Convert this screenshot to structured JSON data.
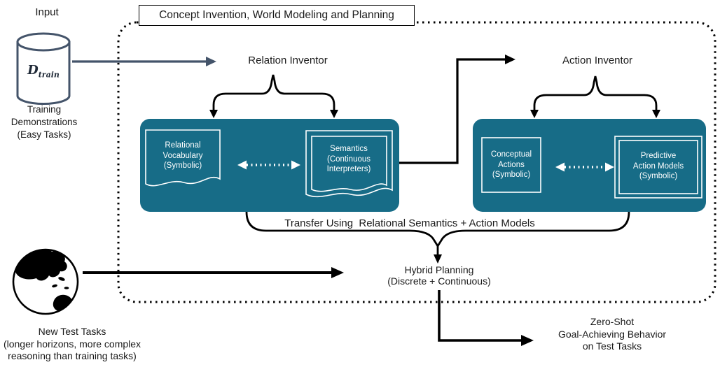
{
  "diagram": {
    "title": "Concept Invention, World Modeling and Planning",
    "input": {
      "label": "Input",
      "dataset_letter": "D",
      "dataset_subscript": "train",
      "caption": [
        "Training",
        "Demonstrations",
        "(Easy Tasks)"
      ]
    },
    "relation_inventor": {
      "label": "Relation Inventor",
      "left_component": [
        "Relational",
        "Vocabulary",
        "(Symbolic)"
      ],
      "right_component": [
        "Semantics",
        "(Continuous",
        "Interpreters)"
      ]
    },
    "action_inventor": {
      "label": "Action Inventor",
      "left_component": [
        "Conceptual",
        "Actions",
        "(Symbolic)"
      ],
      "right_component": [
        "Predictive",
        "Action Models",
        "(Symbolic)"
      ]
    },
    "transfer_label": "Transfer Using  Relational Semantics + Action Models",
    "hybrid_planning": [
      "Hybrid Planning",
      "(Discrete + Continuous)"
    ],
    "test_tasks": [
      "New Test Tasks",
      "(longer horizons, more complex",
      "reasoning than training tasks)"
    ],
    "output": [
      "Zero-Shot",
      "Goal-Achieving Behavior",
      "on Test Tasks"
    ],
    "colors": {
      "teal": "#176c87",
      "slate": "#44546a",
      "line": "#000000"
    }
  }
}
